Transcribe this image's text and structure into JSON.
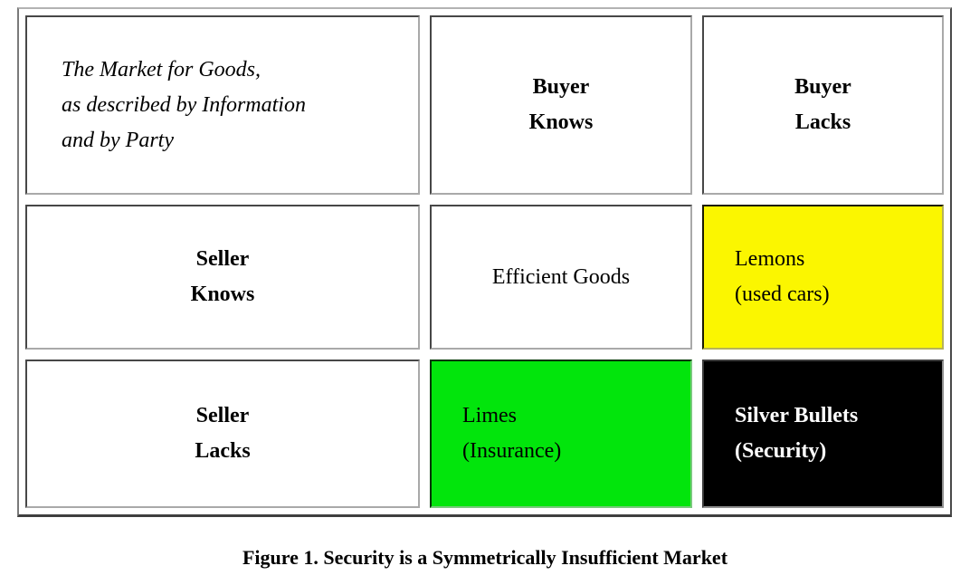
{
  "figure": {
    "caption": "Figure 1. Security is a Symmetrically Insufficient Market"
  },
  "matrix": {
    "title_cell": {
      "line1": "The Market for Goods,",
      "line2": "as described by Information",
      "line3": "and by Party"
    },
    "column_headers": [
      {
        "line1": "Buyer",
        "line2": "Knows"
      },
      {
        "line1": "Buyer",
        "line2": "Lacks"
      }
    ],
    "row_headers": [
      {
        "line1": "Seller",
        "line2": "Knows"
      },
      {
        "line1": "Seller",
        "line2": "Lacks"
      }
    ],
    "cells": {
      "seller_knows_buyer_knows": {
        "label": "Efficient Goods",
        "background": "#ffffff",
        "text_color": "#000000"
      },
      "seller_knows_buyer_lacks": {
        "line1": "Lemons",
        "line2": "(used cars)",
        "background": "#fbf600",
        "text_color": "#000000"
      },
      "seller_lacks_buyer_knows": {
        "line1": "Limes",
        "line2": "(Insurance)",
        "background": "#02e50c",
        "text_color": "#000000"
      },
      "seller_lacks_buyer_lacks": {
        "line1": "Silver Bullets",
        "line2": "(Security)",
        "background": "#000000",
        "text_color": "#ffffff"
      }
    }
  }
}
